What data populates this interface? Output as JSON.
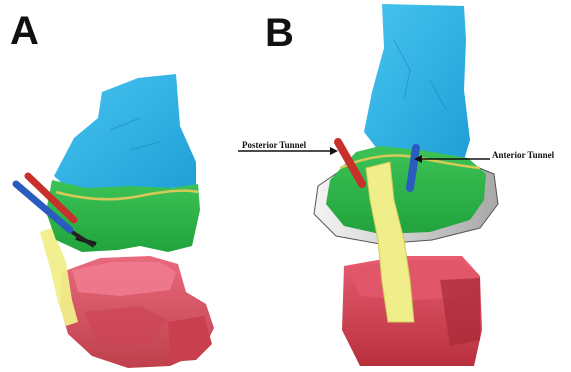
{
  "panels": [
    {
      "letter": "A"
    },
    {
      "letter": "B"
    }
  ],
  "annotations": {
    "posterior_tunnel": "Posterior Tunnel",
    "anterior_tunnel": "Anterior Tunnel"
  },
  "colors": {
    "femur_shaft": "#2bb5e8",
    "femur_condyle": "#2fb84a",
    "tibia": "#d9485a",
    "graft": "#f0ee8a",
    "posterior_tunnel": "#c8302c",
    "anterior_tunnel": "#2a5cc0"
  }
}
